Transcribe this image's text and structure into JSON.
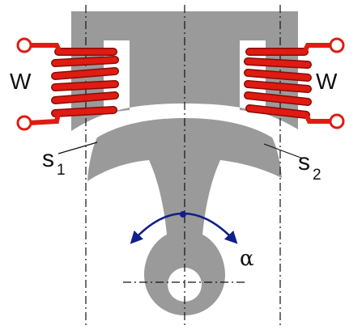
{
  "labels": {
    "coil_left": "W",
    "coil_right": "W",
    "gap_left_main": "s",
    "gap_left_sub": "1",
    "gap_right_main": "s",
    "gap_right_sub": "2",
    "angle": "α"
  },
  "colors": {
    "body": "#9a9a9a",
    "coil": "#e01b12",
    "coil_edge": "#8a0c06",
    "arrow": "#10208a",
    "line": "#111111",
    "background": "#ffffff"
  }
}
